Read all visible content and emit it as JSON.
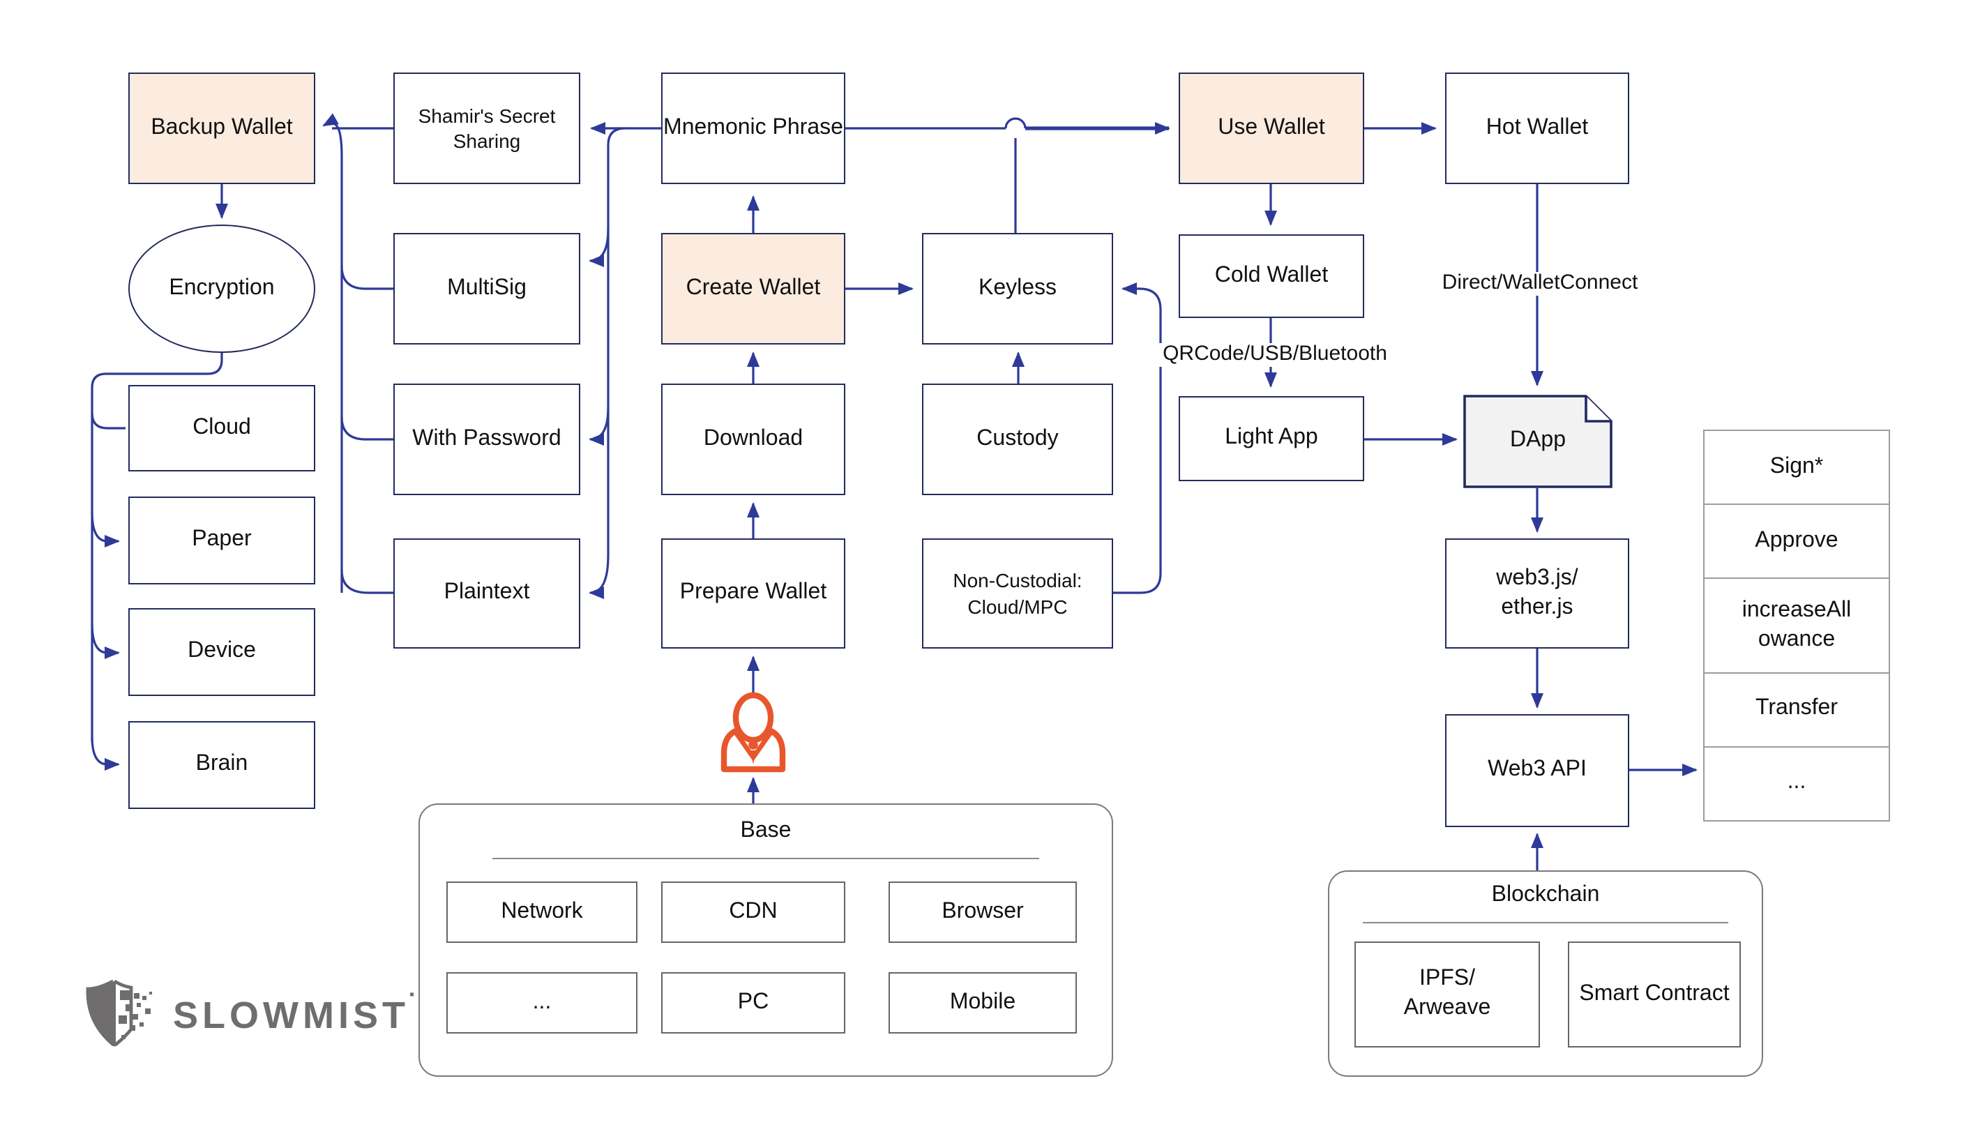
{
  "diagram_title": "Wallet flow diagram",
  "colors": {
    "box_border_navy": "#232b5d",
    "line_blue": "#2e3a98",
    "peach_fill": "#fcebdf",
    "dapp_fill": "#f2f2f2",
    "gray_container_border": "#7a7a7a",
    "list_border": "#9c9c9c",
    "person_orange": "#e8572c",
    "logo_gray": "#6f6d6e"
  },
  "nodes": {
    "backup_wallet": {
      "label": "Backup Wallet"
    },
    "shamirs": {
      "label": "Shamir's Secret Sharing"
    },
    "mnemonic": {
      "label": "Mnemonic Phrase"
    },
    "use_wallet": {
      "label": "Use Wallet"
    },
    "hot_wallet": {
      "label": "Hot Wallet"
    },
    "encryption": {
      "label": "Encryption"
    },
    "multisig": {
      "label": "MultiSig"
    },
    "create_wallet": {
      "label": "Create Wallet"
    },
    "keyless": {
      "label": "Keyless"
    },
    "cold_wallet": {
      "label": "Cold Wallet"
    },
    "cloud": {
      "label": "Cloud"
    },
    "with_password": {
      "label": "With Password"
    },
    "download": {
      "label": "Download"
    },
    "custody": {
      "label": "Custody"
    },
    "light_app": {
      "label": "Light App"
    },
    "dapp": {
      "label": "DApp"
    },
    "paper": {
      "label": "Paper"
    },
    "device": {
      "label": "Device"
    },
    "brain": {
      "label": "Brain"
    },
    "plaintext": {
      "label": "Plaintext"
    },
    "prepare_wallet": {
      "label": "Prepare Wallet"
    },
    "non_custodial": {
      "label": "Non-Custodial:\nCloud/MPC"
    },
    "web3js": {
      "label": "web3.js/\nether.js"
    },
    "web3_api": {
      "label": "Web3 API"
    }
  },
  "edge_labels": {
    "direct_walletconnect": "Direct/WalletConnect",
    "qrcode_usb_bluetooth": "QRCode/USB/Bluetooth"
  },
  "call_list": {
    "items": [
      {
        "label": "Sign*"
      },
      {
        "label": "Approve"
      },
      {
        "label": "increaseAll\nowance"
      },
      {
        "label": "Transfer"
      },
      {
        "label": "..."
      }
    ]
  },
  "base_group": {
    "title": "Base",
    "cells": [
      {
        "label": "Network"
      },
      {
        "label": "CDN"
      },
      {
        "label": "Browser"
      },
      {
        "label": "..."
      },
      {
        "label": "PC"
      },
      {
        "label": "Mobile"
      }
    ]
  },
  "blockchain_group": {
    "title": "Blockchain",
    "cells": [
      {
        "label": "IPFS/\nArweave"
      },
      {
        "label": "Smart Contract"
      }
    ]
  },
  "logo": {
    "text": "SLOWMIST"
  }
}
